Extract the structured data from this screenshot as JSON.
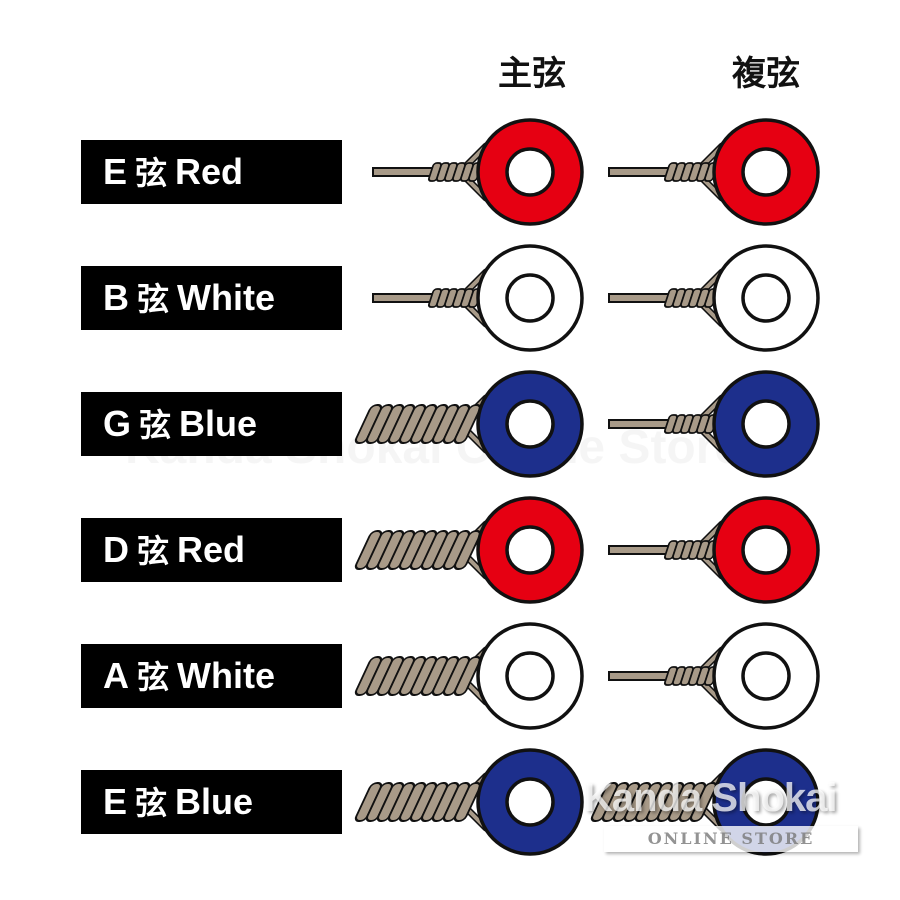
{
  "headers": {
    "main": "主弦",
    "sub": "複弦"
  },
  "colors": {
    "Red": "#e60012",
    "White": "#ffffff",
    "Blue": "#1d2f8c",
    "wire": "#a89a88",
    "outline": "#111111"
  },
  "rows": [
    {
      "note": "E",
      "kanji": "弦",
      "color": "Red",
      "main": "plain",
      "sub": "plain"
    },
    {
      "note": "B",
      "kanji": "弦",
      "color": "White",
      "main": "plain",
      "sub": "plain"
    },
    {
      "note": "G",
      "kanji": "弦",
      "color": "Blue",
      "main": "wound",
      "sub": "plain"
    },
    {
      "note": "D",
      "kanji": "弦",
      "color": "Red",
      "main": "wound",
      "sub": "plain"
    },
    {
      "note": "A",
      "kanji": "弦",
      "color": "White",
      "main": "wound",
      "sub": "plain"
    },
    {
      "note": "E",
      "kanji": "弦",
      "color": "Blue",
      "main": "wound",
      "sub": "wound"
    }
  ],
  "watermark": {
    "brand": "Kanda Shokai",
    "sub": "ONLINE STORE",
    "center": "Kanda Shokai Online Store"
  }
}
